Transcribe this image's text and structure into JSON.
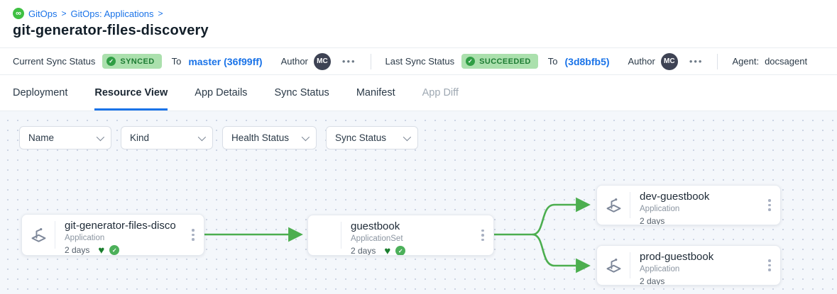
{
  "breadcrumb": {
    "separator": ">",
    "items": [
      {
        "label": "GitOps"
      },
      {
        "label": "GitOps: Applications"
      }
    ]
  },
  "page_title": "git-generator-files-discovery",
  "status_bar": {
    "current_sync": {
      "label": "Current Sync Status",
      "badge": "SYNCED"
    },
    "current_to": {
      "label": "To",
      "revision": "master (36f99ff)"
    },
    "author_label": "Author",
    "author_initials": "MC",
    "last_sync": {
      "label": "Last Sync Status",
      "badge": "SUCCEEDED"
    },
    "last_to": {
      "label": "To",
      "revision": "(3d8bfb5)"
    },
    "agent": {
      "label": "Agent:",
      "value": "docsagent"
    }
  },
  "tabs": [
    {
      "label": "Deployment"
    },
    {
      "label": "Resource View"
    },
    {
      "label": "App Details"
    },
    {
      "label": "Sync Status"
    },
    {
      "label": "Manifest"
    },
    {
      "label": "App Diff"
    }
  ],
  "filters": [
    {
      "label": "Name"
    },
    {
      "label": "Kind"
    },
    {
      "label": "Health Status"
    },
    {
      "label": "Sync Status"
    }
  ],
  "graph": {
    "nodes": [
      {
        "title": "git-generator-files-disco...",
        "kind": "Application",
        "age": "2 days",
        "healthy": true,
        "synced": true,
        "has_app_icon": true
      },
      {
        "title": "guestbook",
        "kind": "ApplicationSet",
        "age": "2 days",
        "healthy": true,
        "synced": true,
        "has_app_icon": false
      },
      {
        "title": "dev-guestbook",
        "kind": "Application",
        "age": "2 days",
        "healthy": false,
        "synced": false,
        "has_app_icon": true
      },
      {
        "title": "prod-guestbook",
        "kind": "Application",
        "age": "2 days",
        "healthy": false,
        "synced": false,
        "has_app_icon": true
      }
    ],
    "edges": [
      {
        "from": "git-generator-files-disco...",
        "to": "guestbook"
      },
      {
        "from": "guestbook",
        "to": "dev-guestbook"
      },
      {
        "from": "guestbook",
        "to": "prod-guestbook"
      }
    ]
  },
  "icons": {
    "gitops_logo": "∞",
    "badge_check": "✓",
    "sync_check": "✓",
    "heart": "♥",
    "more_horizontal": "•••"
  },
  "colors": {
    "accent_blue": "#1a73e8",
    "connector_green": "#4cae4f",
    "badge_bg": "#abe0ad",
    "badge_text": "#1d7c33",
    "healthy_green": "#1b7e2e",
    "canvas_bg": "#f4f7fb"
  }
}
